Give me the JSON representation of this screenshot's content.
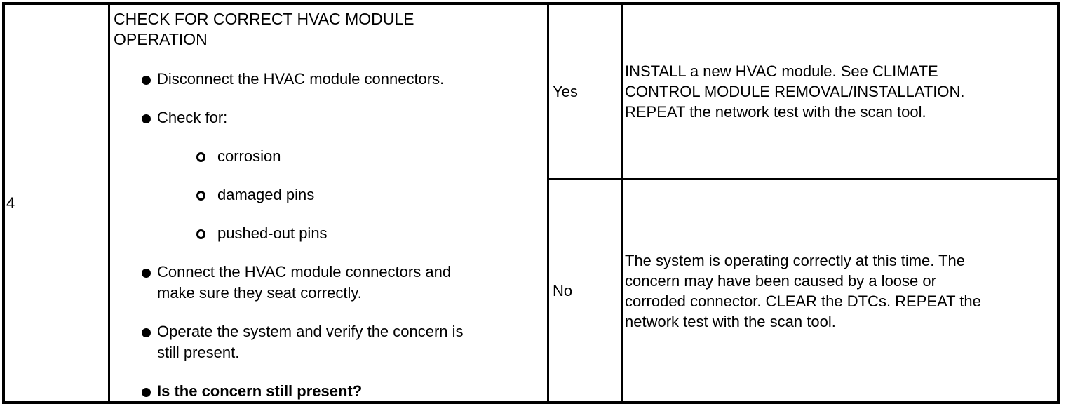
{
  "pinpoint_test": {
    "step_number": "4",
    "procedure": {
      "title_lines": [
        "CHECK FOR CORRECT HVAC MODULE",
        "OPERATION"
      ],
      "steps": [
        {
          "level": 1,
          "bold": false,
          "lines": [
            "Disconnect the HVAC module connectors."
          ]
        },
        {
          "level": 1,
          "bold": false,
          "lines": [
            "Check for:"
          ]
        },
        {
          "level": 2,
          "bold": false,
          "lines": [
            "corrosion"
          ]
        },
        {
          "level": 2,
          "bold": false,
          "lines": [
            "damaged pins"
          ]
        },
        {
          "level": 2,
          "bold": false,
          "lines": [
            "pushed-out pins"
          ]
        },
        {
          "level": 1,
          "bold": false,
          "lines": [
            "Connect the HVAC module connectors and",
            "make sure they seat correctly."
          ]
        },
        {
          "level": 1,
          "bold": false,
          "lines": [
            "Operate the system and verify the concern is",
            "still present."
          ]
        },
        {
          "level": 1,
          "bold": true,
          "lines": [
            "Is the concern still present?"
          ]
        }
      ]
    },
    "outcomes": [
      {
        "label": "Yes",
        "action_lines": [
          "INSTALL a new HVAC module. See CLIMATE",
          "CONTROL MODULE REMOVAL/INSTALLATION.",
          "REPEAT the network test with the scan tool."
        ]
      },
      {
        "label": "No",
        "action_lines": [
          "The system is operating correctly at this time. The",
          "concern may have been caused by a loose or",
          "corroded connector. CLEAR the DTCs. REPEAT the",
          "network test with the scan tool."
        ]
      }
    ]
  },
  "colors": {
    "background": "#ffffff",
    "border": "#000000",
    "text": "#000000"
  }
}
